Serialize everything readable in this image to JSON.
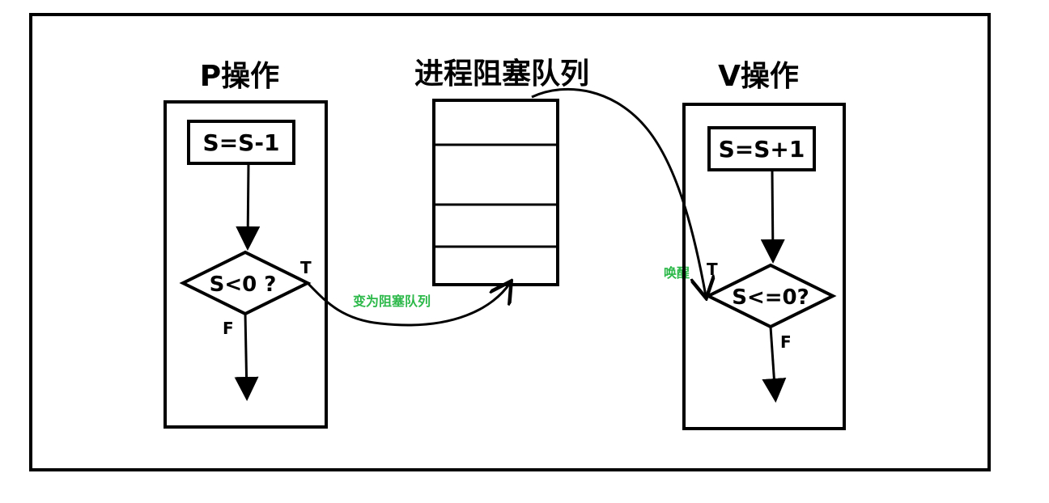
{
  "p_operation": {
    "title": "P操作",
    "formula": "S=S-1",
    "condition": "S<0 ?",
    "true_label": "T",
    "false_label": "F"
  },
  "queue": {
    "title": "进程阻塞队列"
  },
  "v_operation": {
    "title": "V操作",
    "formula": "S=S+1",
    "condition": "S<=0?",
    "true_label": "T",
    "false_label": "F"
  },
  "annotations": {
    "to_queue": "变为阻塞队列",
    "wake_up": "唤醒"
  },
  "colors": {
    "annotation": "#2db84a",
    "stroke": "#000000"
  }
}
